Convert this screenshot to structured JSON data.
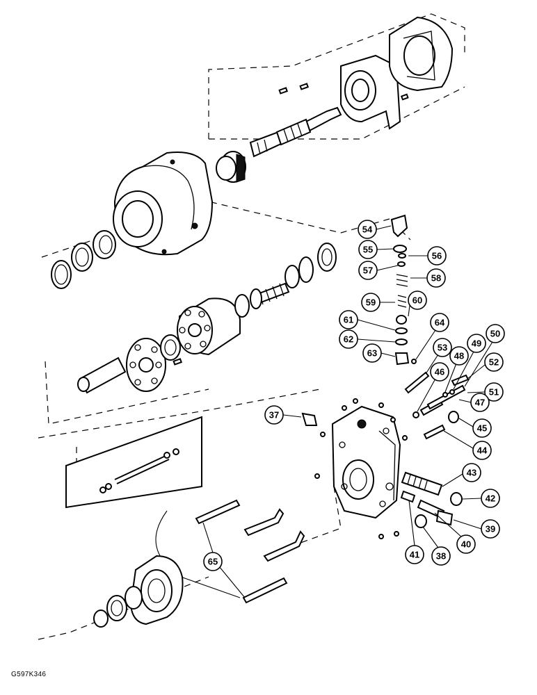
{
  "figure_code": "G597K346",
  "callouts": [
    "54",
    "55",
    "56",
    "57",
    "58",
    "59",
    "60",
    "61",
    "62",
    "63",
    "64",
    "53",
    "46",
    "48",
    "49",
    "50",
    "52",
    "51",
    "47",
    "45",
    "44",
    "37",
    "43",
    "42",
    "39",
    "40",
    "41",
    "38",
    "65"
  ]
}
